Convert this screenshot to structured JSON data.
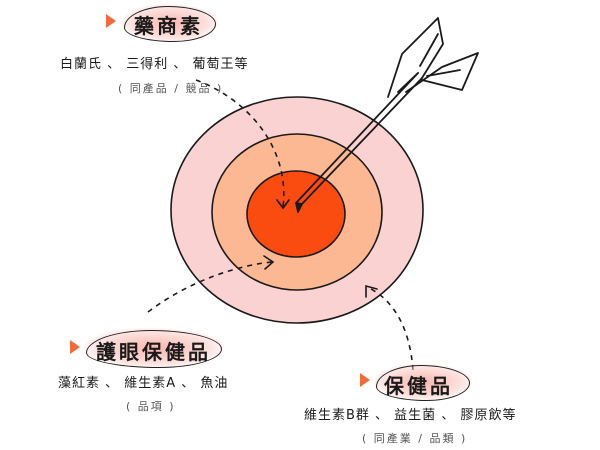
{
  "colors": {
    "ring_outer": "#fad2d2",
    "ring_middle": "#fbb892",
    "bullseye": "#fa4b10",
    "outline": "#1a1a1a",
    "label_highlight": "#f8aaa0",
    "pointer": "#f26a3a"
  },
  "labels": {
    "top": {
      "title": "藥商素",
      "items": "白蘭氏 、 三得利 、 葡萄王等",
      "note": "( 同產品 / 競品 )"
    },
    "left": {
      "title": "護眼保健品",
      "items": "藻紅素 、 維生素A 、 魚油",
      "note": "( 品項 )"
    },
    "right": {
      "title": "保健品",
      "items": "維生素B群 、 益生菌 、 膠原飲等",
      "note": "( 同產業 / 品類 )"
    }
  }
}
